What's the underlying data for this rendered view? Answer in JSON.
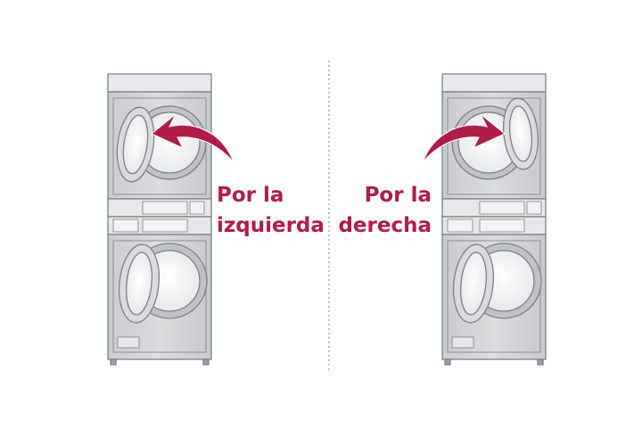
{
  "options": [
    {
      "line1": "Por la",
      "line2": "izquierda"
    },
    {
      "line1": "Por la",
      "line2": "derecha"
    }
  ],
  "colors": {
    "accent": "#b01c4a",
    "machine_body": "#d4d6d8",
    "machine_outline": "#7e8286",
    "divider": "#9a9a9a"
  },
  "icons": [
    "washer-dryer-stack-left-hinge",
    "washer-dryer-stack-right-hinge",
    "curved-arrow"
  ]
}
